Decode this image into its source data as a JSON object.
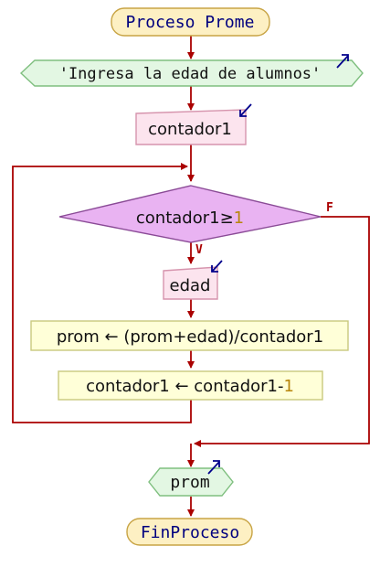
{
  "colors": {
    "flow": "#aa0000",
    "terminal_fill": "#fdf0c3",
    "terminal_stroke": "#c8a445",
    "io_fill": "#e3f7e3",
    "io_stroke": "#7fbf7f",
    "read_fill": "#fce4ee",
    "read_stroke": "#d694ad",
    "decision_fill": "#e9b3f2",
    "decision_stroke": "#8a4a96",
    "assign_fill": "#ffffd8",
    "assign_stroke": "#c9c97e",
    "keyword_text": "#00007f",
    "number_text": "#b8860b",
    "io_arrow": "#00008b"
  },
  "nodes": {
    "start": {
      "label": "Proceso Prome"
    },
    "write_prompt": {
      "label": "'Ingresa la edad de alumnos'"
    },
    "read_contador": {
      "label": "contador1"
    },
    "decision": {
      "var": "contador1",
      "op": "≥",
      "num": "1"
    },
    "read_edad": {
      "label": "edad"
    },
    "assign_prom": {
      "label": "prom ← (prom+edad)/contador1"
    },
    "assign_contador": {
      "lhs": "contador1 ← contador1-",
      "num": "1"
    },
    "write_prom": {
      "label": "prom"
    },
    "end": {
      "label": "FinProceso"
    }
  },
  "branches": {
    "true_label": "V",
    "false_label": "F"
  }
}
